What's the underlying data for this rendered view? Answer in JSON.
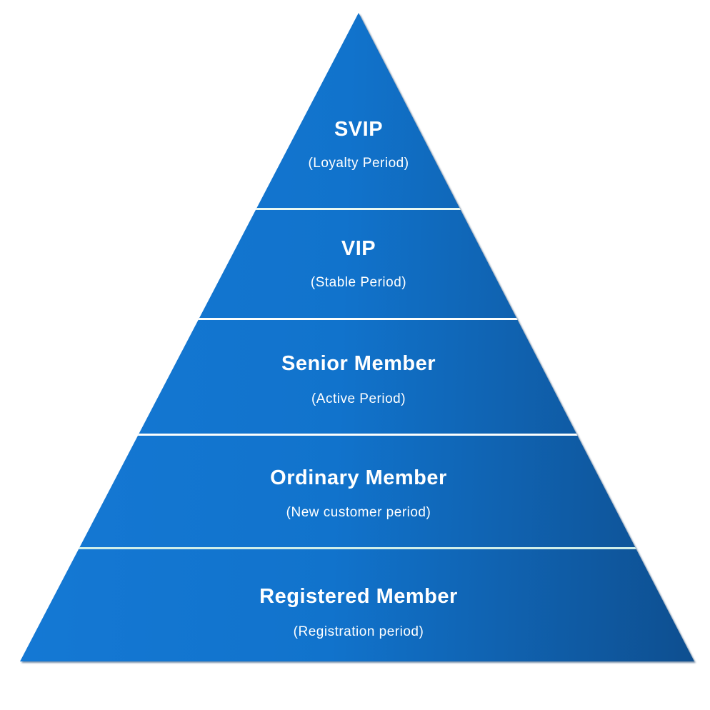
{
  "diagram": {
    "type": "pyramid",
    "levels": [
      {
        "title": "SVIP",
        "subtitle": "(Loyalty Period)"
      },
      {
        "title": "VIP",
        "subtitle": "(Stable Period)"
      },
      {
        "title": "Senior Member",
        "subtitle": "(Active Period)"
      },
      {
        "title": "Ordinary Member",
        "subtitle": "(New customer period)"
      },
      {
        "title": "Registered Member",
        "subtitle": "(Registration period)"
      }
    ]
  },
  "colors": {
    "background": "#ffffff",
    "gradient_left": "#1579d5",
    "gradient_mid": "#1173cc",
    "gradient_right": "#0e4d8d",
    "divider_1": "#e9f8f3",
    "divider_2": "#fcfefd",
    "divider_3": "#fcfefd",
    "divider_4": "#cfeee9",
    "text": "#ffffff"
  }
}
